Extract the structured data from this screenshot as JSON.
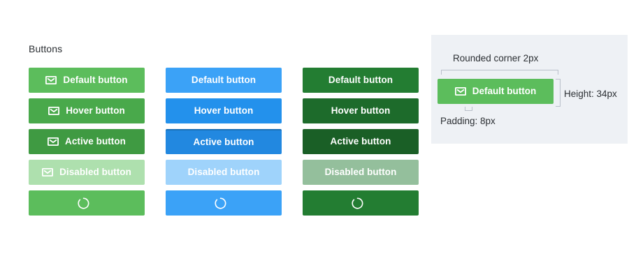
{
  "section": {
    "title": "Buttons"
  },
  "columns": [
    {
      "name": "green",
      "has_icon": true,
      "icon": "envelope-icon",
      "color": "#5cbd5c",
      "buttons": [
        {
          "state": "default",
          "label": "Default button"
        },
        {
          "state": "hover",
          "label": "Hover button"
        },
        {
          "state": "active",
          "label": "Active button"
        },
        {
          "state": "disabled",
          "label": "Disabled button"
        },
        {
          "state": "loading",
          "label": "",
          "icon": "spinner-icon"
        }
      ]
    },
    {
      "name": "blue",
      "has_icon": false,
      "color": "#3ba2f7",
      "buttons": [
        {
          "state": "default",
          "label": "Default button"
        },
        {
          "state": "hover",
          "label": "Hover button"
        },
        {
          "state": "active",
          "label": "Active button"
        },
        {
          "state": "disabled",
          "label": "Disabled button"
        },
        {
          "state": "loading",
          "label": "",
          "icon": "spinner-icon"
        }
      ]
    },
    {
      "name": "dark-green",
      "has_icon": false,
      "color": "#237d32",
      "buttons": [
        {
          "state": "default",
          "label": "Default button"
        },
        {
          "state": "hover",
          "label": "Hover button"
        },
        {
          "state": "active",
          "label": "Active button"
        },
        {
          "state": "disabled",
          "label": "Disabled button"
        },
        {
          "state": "loading",
          "label": "",
          "icon": "spinner-icon"
        }
      ]
    }
  ],
  "spec": {
    "rounded_label": "Rounded corner 2px",
    "height_label": "Height: 34px",
    "padding_label": "Padding: 8px",
    "button_label": "Default button",
    "button_icon": "envelope-icon",
    "background": "#eef1f5"
  }
}
